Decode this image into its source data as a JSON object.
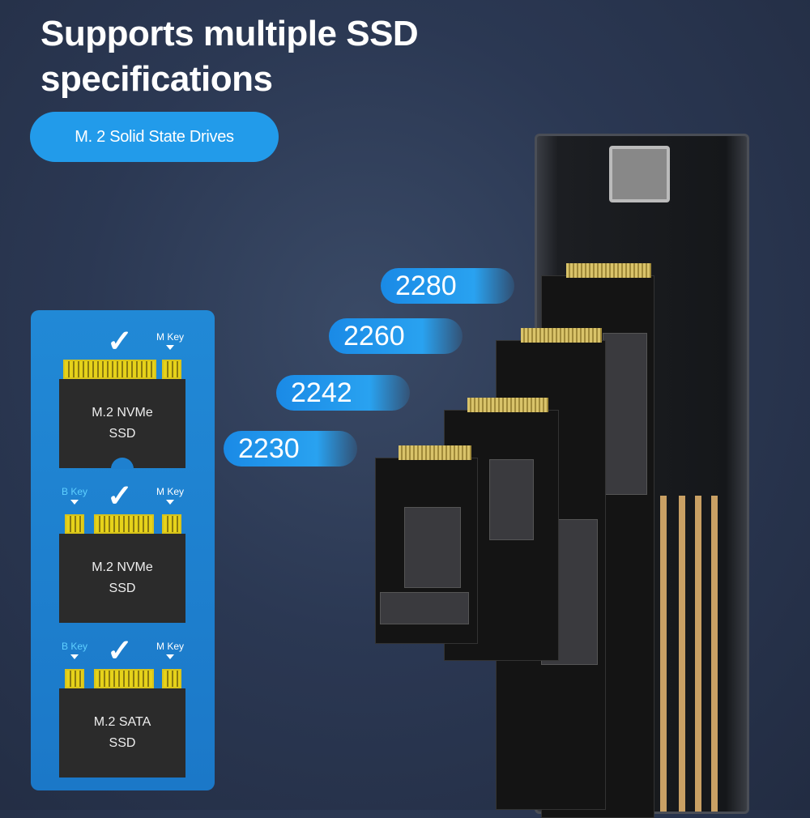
{
  "headline": {
    "line1": "Supports multiple SSD",
    "line2": "specifications"
  },
  "category_pill": "M. 2 Solid State Drives",
  "sizes": [
    "2280",
    "2260",
    "2242",
    "2230"
  ],
  "compatibility_panel": {
    "cards": [
      {
        "label_line1": "M.2 NVMe",
        "label_line2": "SSD",
        "keys": [
          "M Key"
        ],
        "checked": true
      },
      {
        "label_line1": "M.2 NVMe",
        "label_line2": "SSD",
        "keys": [
          "B Key",
          "M Key"
        ],
        "checked": true
      },
      {
        "label_line1": "M.2 SATA",
        "label_line2": "SSD",
        "keys": [
          "B Key",
          "M Key"
        ],
        "checked": true
      }
    ],
    "check_glyph": "✓"
  },
  "colors": {
    "accent": "#229bea",
    "panel": "#1e80cf",
    "background": "#2b3853",
    "b_key": "#5fd0ff"
  }
}
